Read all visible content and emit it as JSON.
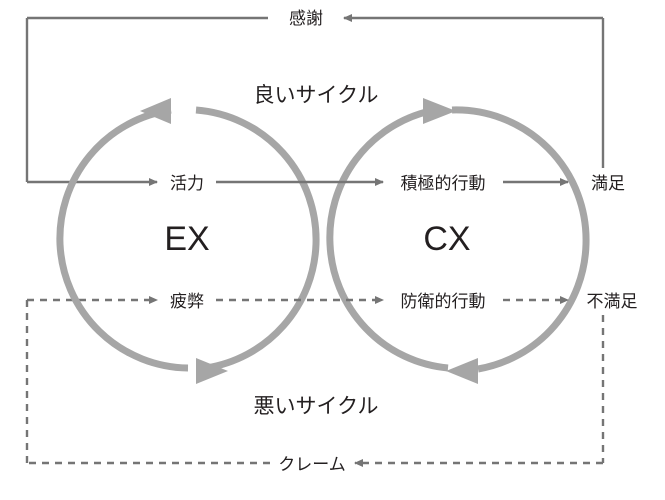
{
  "diagram": {
    "title_ex": "EX",
    "title_cx": "CX",
    "good_cycle_caption": "良いサイクル",
    "bad_cycle_caption": "悪いサイクル",
    "good_loop_label": "感謝",
    "bad_loop_label": "クレーム",
    "nodes": {
      "vitality": "活力",
      "positive_action": "積極的行動",
      "satisfaction": "満足",
      "exhaustion": "疲弊",
      "defensive_action": "防衛的行動",
      "dissatisfaction": "不満足"
    },
    "colors": {
      "circle_stroke": "#a6a6a6",
      "arrow_solid": "#757575",
      "arrow_dashed": "#757575",
      "text": "#231f20",
      "background": "#ffffff"
    }
  }
}
